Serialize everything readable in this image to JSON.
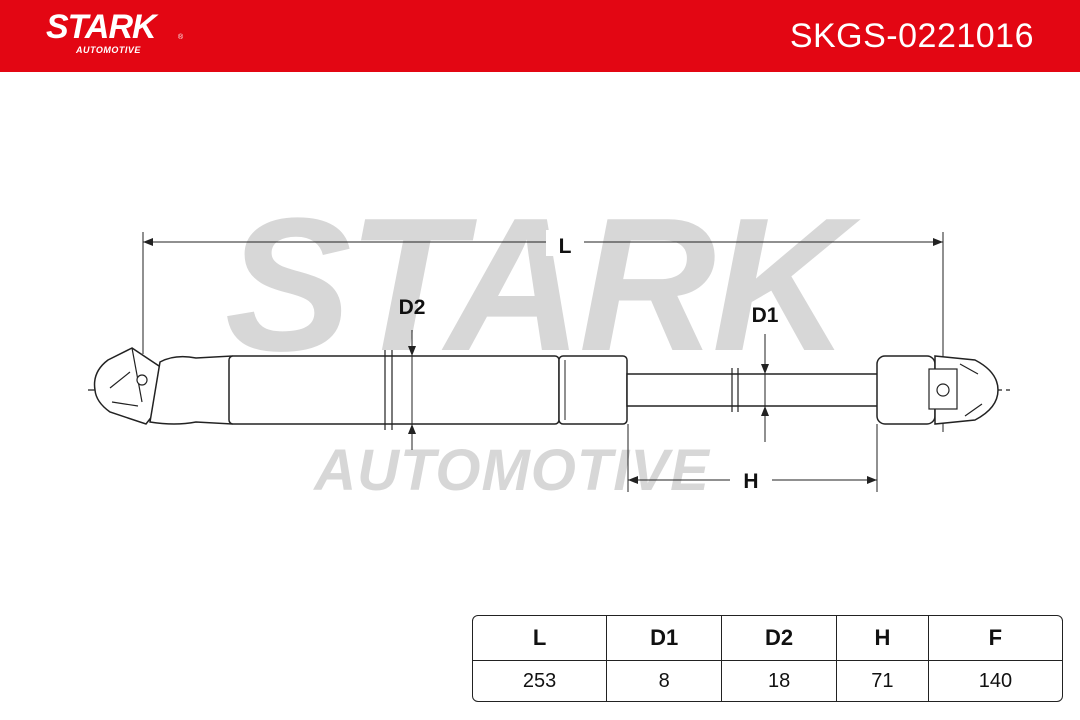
{
  "brand": {
    "name": "STARK",
    "sub": "AUTOMOTIVE",
    "reg": "®",
    "color": "#e30613"
  },
  "part_number": "SKGS-0221016",
  "watermark": {
    "main": "STARK",
    "sub": "AUTOMOTIVE"
  },
  "dimensions": {
    "L": "L",
    "D1": "D1",
    "D2": "D2",
    "H": "H"
  },
  "specs": {
    "headers": [
      "L",
      "D1",
      "D2",
      "H",
      "F"
    ],
    "values": [
      "253",
      "8",
      "18",
      "71",
      "140"
    ]
  }
}
